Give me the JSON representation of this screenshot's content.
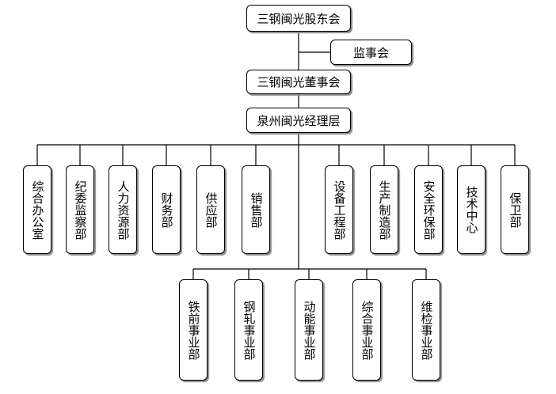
{
  "top": {
    "shareholders": "三钢闽光股东会",
    "supervisory_board": "监事会",
    "board_of_directors": "三钢闽光董事会",
    "management": "泉州闽光经理层"
  },
  "left_departments": [
    "综合办公室",
    "纪委监察部",
    "人力资源部",
    "财务部",
    "供应部",
    "销售部"
  ],
  "right_departments": [
    "设备工程部",
    "生产制造部",
    "安全环保部",
    "技术中心",
    "保卫部"
  ],
  "business_units": [
    "铁前事业部",
    "钢轧事业部",
    "动能事业部",
    "综合事业部",
    "维检事业部"
  ],
  "colors": {
    "line": "#000000",
    "box_border": "#000000",
    "shadow": "#8a8a8a",
    "background": "#ffffff"
  }
}
